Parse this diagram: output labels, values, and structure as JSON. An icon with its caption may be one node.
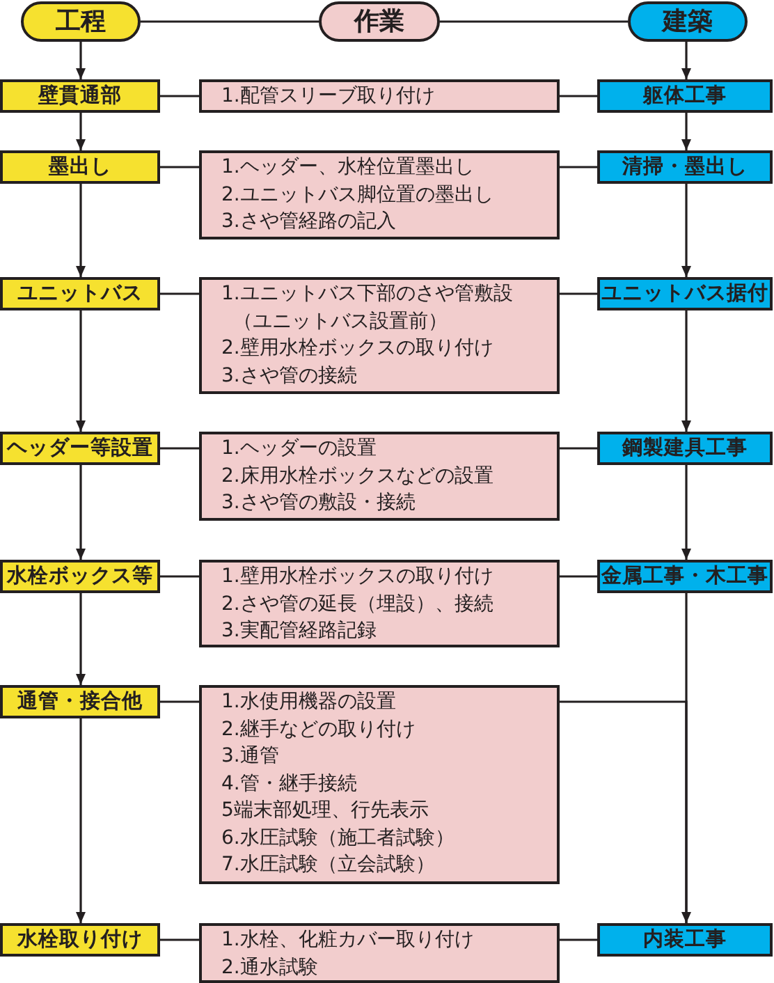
{
  "diagram": {
    "nodes": [
      {
        "text": [
          "工程"
        ]
      },
      {
        "text": [
          "作業"
        ]
      },
      {
        "text": [
          "建築"
        ]
      },
      {
        "text": [
          "壁貫通部"
        ]
      },
      {
        "text": [
          "1.配管スリーブ取り付け"
        ]
      },
      {
        "text": [
          "躯体工事"
        ]
      },
      {
        "text": [
          "墨出し"
        ]
      },
      {
        "text": [
          "1.ヘッダー、水栓位置墨出し",
          "2.ユニットバス脚位置の墨出し",
          "3.さや管経路の記入"
        ]
      },
      {
        "text": [
          "清掃・墨出し"
        ]
      },
      {
        "text": [
          "ユニットバス"
        ]
      },
      {
        "text": [
          "1.ユニットバス下部のさや管敷設（ユニットバス設置前）",
          "2.壁用水栓ボックスの取り付け",
          "3.さや管の接続"
        ]
      },
      {
        "text": [
          "ユニットバス据付"
        ]
      },
      {
        "text": [
          "ヘッダー等設置"
        ]
      },
      {
        "text": [
          "1.ヘッダーの設置",
          "2.床用水栓ボックスなどの設置",
          "3.さや管の敷設・接続"
        ]
      },
      {
        "text": [
          "鋼製建具工事"
        ]
      },
      {
        "text": [
          "水栓ボックス等"
        ]
      },
      {
        "text": [
          "1.壁用水栓ボックスの取り付け",
          "2.さや管の延長（埋設）、接続",
          "3.実配管経路記録"
        ]
      },
      {
        "text": [
          "金属工事・木工事"
        ]
      },
      {
        "text": [
          "通管・接合他"
        ]
      },
      {
        "text": [
          "1.水使用機器の設置",
          "2.継手などの取り付け",
          "3.通管",
          "4.管・継手接続",
          "5端末部処理、行先表示",
          "6.水圧試験（施工者試験）",
          "7.水圧試験（立会試験）"
        ]
      },
      {
        "text": [
          "水栓取り付け"
        ]
      },
      {
        "text": [
          "1.水栓、化粧カバー取り付け",
          "2.通水試験"
        ]
      },
      {
        "text": [
          "内装工事"
        ]
      }
    ],
    "edges": [
      {
        "from": 0,
        "to": 1,
        "arrow": "none"
      },
      {
        "from": 1,
        "to": 2,
        "arrow": "none"
      },
      {
        "from": 0,
        "to": 3,
        "arrow": "to"
      },
      {
        "from": 2,
        "to": 5,
        "arrow": "to"
      },
      {
        "from": 3,
        "to": 4,
        "arrow": "none"
      },
      {
        "from": 4,
        "to": 5,
        "arrow": "none"
      },
      {
        "from": 3,
        "to": 6,
        "arrow": "to"
      },
      {
        "from": 5,
        "to": 8,
        "arrow": "to"
      },
      {
        "from": 6,
        "to": 7,
        "arrow": "none"
      },
      {
        "from": 7,
        "to": 8,
        "arrow": "none"
      },
      {
        "from": 6,
        "to": 9,
        "arrow": "to"
      },
      {
        "from": 8,
        "to": 11,
        "arrow": "to"
      },
      {
        "from": 9,
        "to": 10,
        "arrow": "none"
      },
      {
        "from": 10,
        "to": 11,
        "arrow": "none"
      },
      {
        "from": 9,
        "to": 12,
        "arrow": "to"
      },
      {
        "from": 11,
        "to": 14,
        "arrow": "to"
      },
      {
        "from": 12,
        "to": 13,
        "arrow": "none"
      },
      {
        "from": 13,
        "to": 14,
        "arrow": "none"
      },
      {
        "from": 12,
        "to": 15,
        "arrow": "to"
      },
      {
        "from": 14,
        "to": 17,
        "arrow": "to"
      },
      {
        "from": 15,
        "to": 16,
        "arrow": "none"
      },
      {
        "from": 16,
        "to": 17,
        "arrow": "none"
      },
      {
        "from": 15,
        "to": 18,
        "arrow": "to"
      },
      {
        "from": 17,
        "to": 22,
        "arrow": "to"
      },
      {
        "from": 18,
        "to": 19,
        "arrow": "none"
      },
      {
        "from": 19,
        "to": 22,
        "arrow": "none"
      },
      {
        "from": 18,
        "to": 20,
        "arrow": "to"
      },
      {
        "from": 20,
        "to": 21,
        "arrow": "none"
      },
      {
        "from": 21,
        "to": 22,
        "arrow": "none"
      }
    ]
  }
}
